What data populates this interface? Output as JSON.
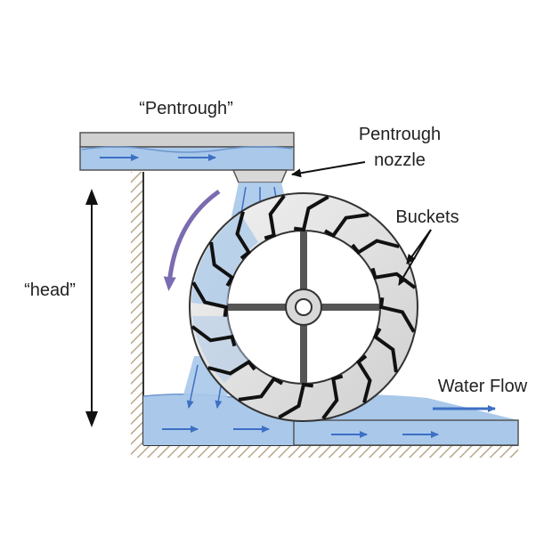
{
  "labels": {
    "pentrough": "“Pentrough”",
    "nozzle_line1": "Pentrough",
    "nozzle_line2": "nozzle",
    "buckets": "Buckets",
    "head": "“head”",
    "water_flow": "Water Flow"
  },
  "colors": {
    "water": "#a9c8ea",
    "water_deep": "#7fa9d8",
    "flow_arrow": "#3d6fc4",
    "rotation_arrow": "#7b6bb0",
    "wheel_rim": "#e4e4e4",
    "bucket": "#111111",
    "wall_hatch": "#b8a88a",
    "spoke": "#555555"
  },
  "wheel": {
    "bucket_count": 16
  }
}
